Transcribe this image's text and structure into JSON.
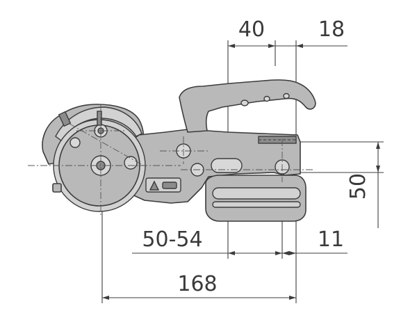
{
  "dimensions": {
    "top_left": "40",
    "top_right": "18",
    "right_vertical": "50",
    "bottom_left": "50-54",
    "bottom_right": "11",
    "overall": "168"
  },
  "colors": {
    "body": "#b9b9b9",
    "outline": "#3c3c3c",
    "background": "#ffffff"
  }
}
